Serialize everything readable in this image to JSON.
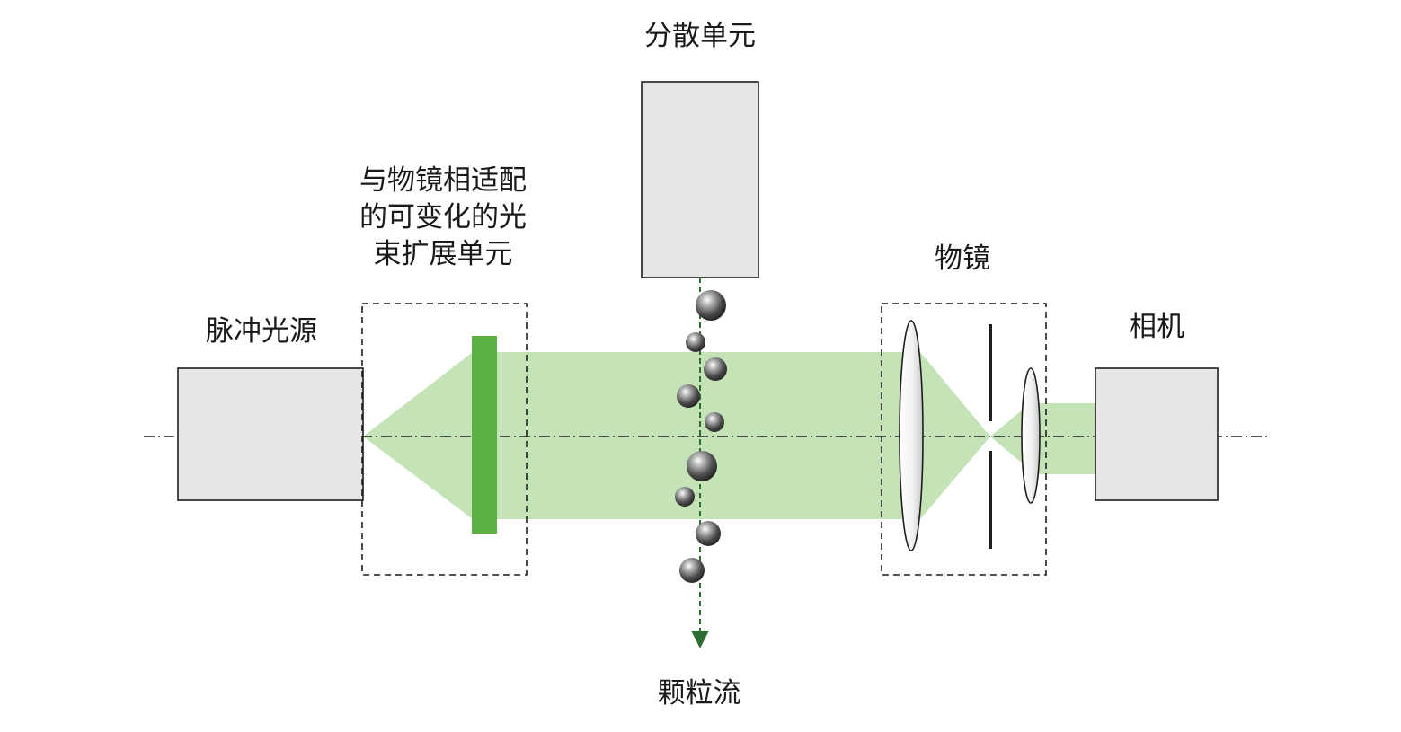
{
  "labels": {
    "dispersion_unit": "分散单元",
    "beam_expander": [
      "与物镜相适配",
      "的可变化的光",
      "束扩展单元"
    ],
    "pulse_source": "脉冲光源",
    "objective": "物镜",
    "camera": "相机",
    "particle_stream": "颗粒流"
  },
  "colors": {
    "beam": "#c4e3b6",
    "beam_edge": "#b5dca5",
    "expander_plate": "#5db143",
    "box_fill": "#e7e6e6",
    "stroke": "#1e1e1e",
    "flow_arrow": "#2f6e33",
    "particle": "#5a5a5a"
  }
}
